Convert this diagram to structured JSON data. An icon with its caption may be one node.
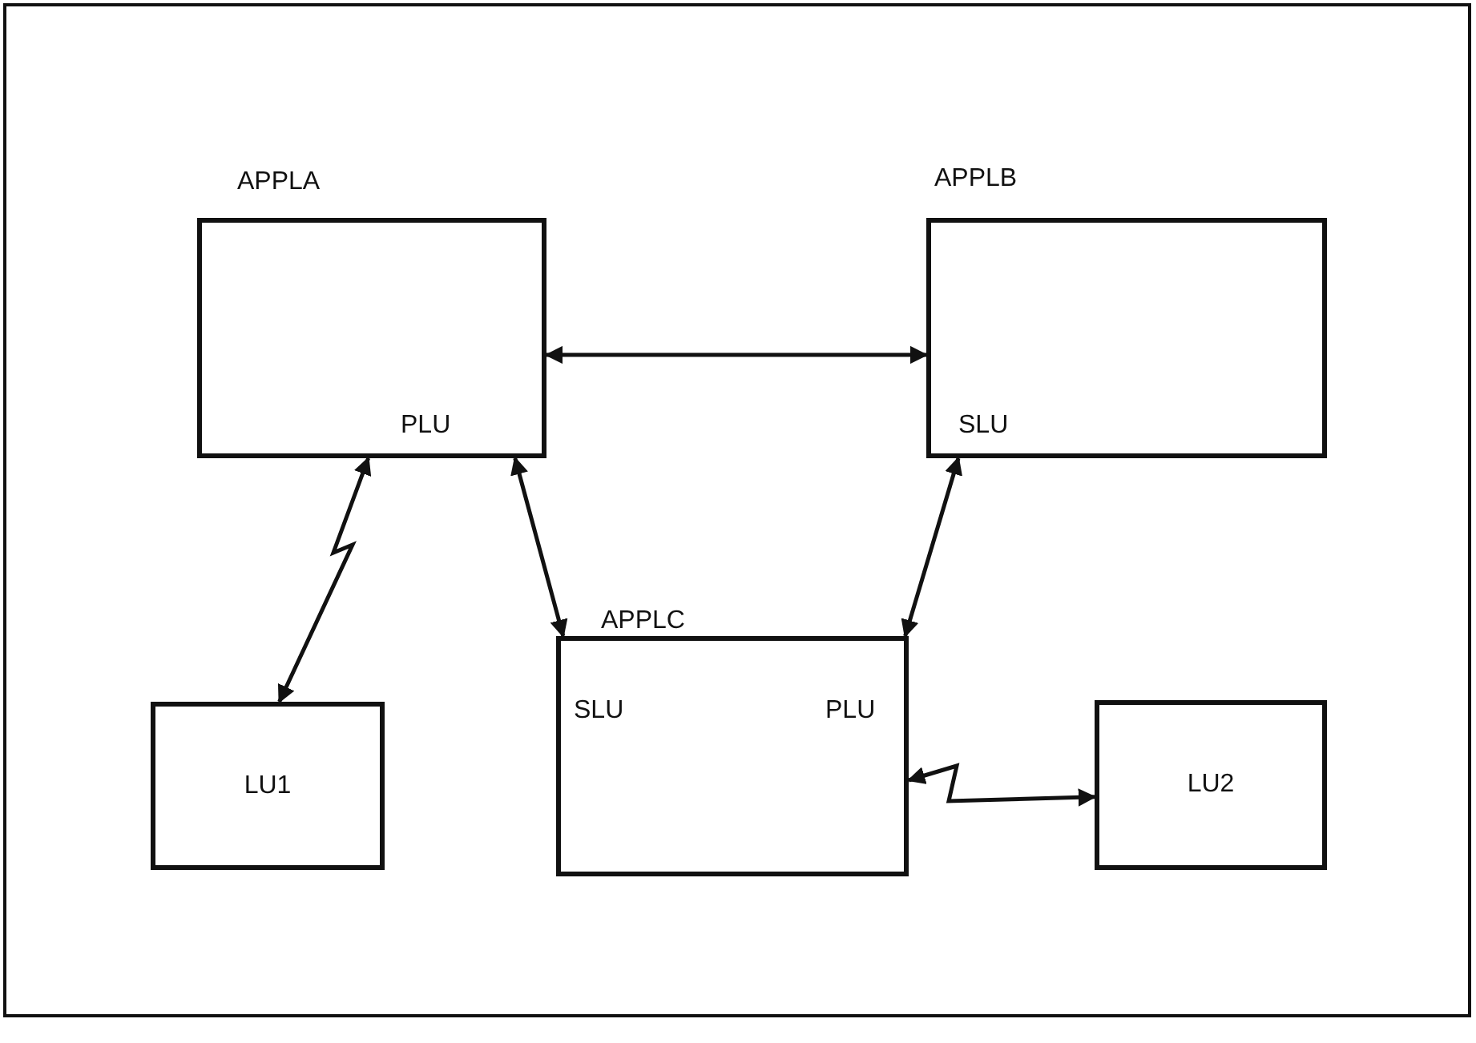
{
  "diagram": {
    "nodes": [
      {
        "text": [
          "APPLA",
          "PLU"
        ]
      },
      {
        "text": [
          "APPLB",
          "SLU"
        ]
      },
      {
        "text": [
          "APPLC",
          "SLU",
          "PLU"
        ]
      },
      {
        "text": [
          "LU1"
        ]
      },
      {
        "text": [
          "LU2"
        ]
      }
    ],
    "edges": [
      {
        "from": 0,
        "to": 1,
        "arrow": "both"
      },
      {
        "from": 0,
        "to": 3,
        "arrow": "both"
      },
      {
        "from": 0,
        "to": 2,
        "arrow": "both"
      },
      {
        "from": 1,
        "to": 2,
        "arrow": "both"
      },
      {
        "from": 2,
        "to": 4,
        "arrow": "both"
      }
    ]
  }
}
